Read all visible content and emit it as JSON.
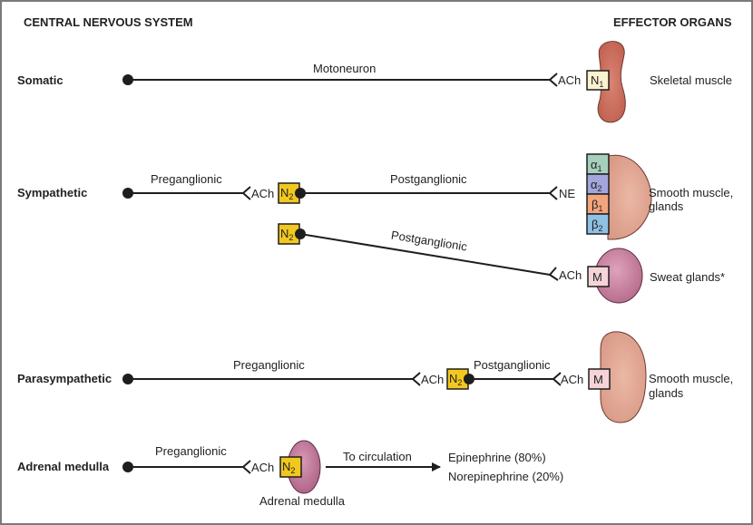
{
  "headers": {
    "cns": "CENTRAL NERVOUS SYSTEM",
    "effector": "EFFECTOR ORGANS"
  },
  "colors": {
    "skeletal_muscle": "#c96a5a",
    "smooth_muscle": "#e0a795",
    "sweat_gland": "#c77f9c",
    "adrenal": "#b96b8c",
    "n_receptor_yellow": "#f2c81f",
    "n1_receptor": "#fbf3cf",
    "m_receptor": "#f5d4d9",
    "alpha1": "#a6cfbc",
    "alpha2": "#a3a6dc",
    "beta1": "#f3a57e",
    "beta2": "#8fc1e4"
  },
  "rows": {
    "somatic": {
      "label": "Somatic",
      "neuron_label": "Motoneuron",
      "neurotransmitter": "ACh",
      "receptor": "N",
      "receptor_sub": "1",
      "organ": "Skeletal muscle"
    },
    "sympathetic": {
      "label": "Sympathetic",
      "pre_label": "Preganglionic",
      "pre_nt": "ACh",
      "ganglion_receptor": "N",
      "ganglion_receptor_sub": "2",
      "post_label": "Postganglionic",
      "post_nt": "NE",
      "receptors": [
        {
          "symbol": "α",
          "sub": "1"
        },
        {
          "symbol": "α",
          "sub": "2"
        },
        {
          "symbol": "β",
          "sub": "1"
        },
        {
          "symbol": "β",
          "sub": "2"
        }
      ],
      "organ_line1": "Smooth muscle,",
      "organ_line2": "glands"
    },
    "sweat": {
      "ganglion_receptor": "N",
      "ganglion_receptor_sub": "2",
      "post_label": "Postganglionic",
      "post_nt": "ACh",
      "receptor": "M",
      "organ": "Sweat glands*"
    },
    "parasympathetic": {
      "label": "Parasympathetic",
      "pre_label": "Preganglionic",
      "pre_nt": "ACh",
      "ganglion_receptor": "N",
      "ganglion_receptor_sub": "2",
      "post_label": "Postganglionic",
      "post_nt": "ACh",
      "receptor": "M",
      "organ_line1": "Smooth muscle,",
      "organ_line2": "glands"
    },
    "adrenal": {
      "label": "Adrenal medulla",
      "pre_label": "Preganglionic",
      "pre_nt": "ACh",
      "receptor": "N",
      "receptor_sub": "2",
      "organ_label": "Adrenal medulla",
      "arrow_label": "To circulation",
      "output_line1": "Epinephrine (80%)",
      "output_line2": "Norepinephrine (20%)"
    }
  }
}
